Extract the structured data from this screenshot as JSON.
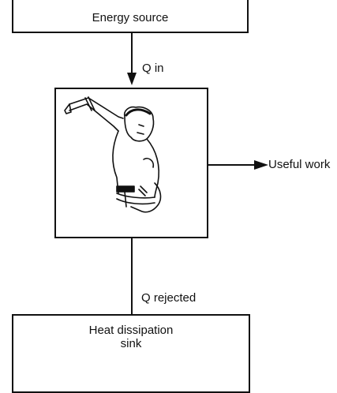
{
  "diagram": {
    "source_label": "Energy source",
    "q_in_label": "Q in",
    "output_label": "Useful work",
    "q_rejected_label": "Q rejected",
    "sink_label_line1": "Heat dissipation",
    "sink_label_line2": "sink",
    "engine_illustration": "man-swinging-hammer-illustration"
  }
}
